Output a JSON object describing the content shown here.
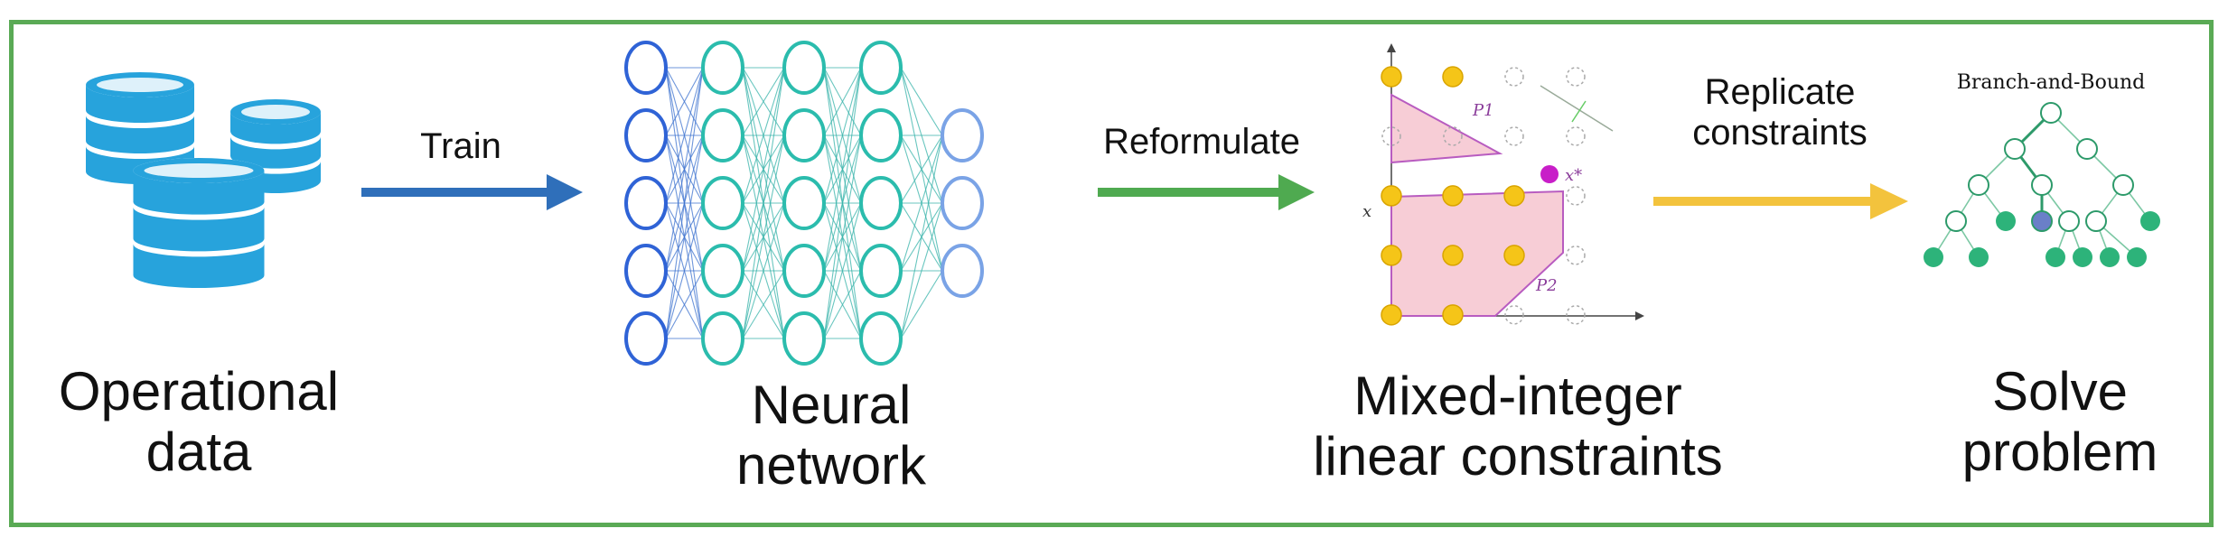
{
  "stages": [
    {
      "line1": "Operational",
      "line2": "data"
    },
    {
      "line1": "Neural",
      "line2": "network"
    },
    {
      "line1": "Mixed-integer",
      "line2": "linear constraints"
    },
    {
      "line1": "Solve",
      "line2": "problem"
    }
  ],
  "arrows": [
    {
      "line1": "Train",
      "line2": "",
      "color": "#2f6fba"
    },
    {
      "line1": "Reformulate",
      "line2": "",
      "color": "#4faa50"
    },
    {
      "line1": "Replicate",
      "line2": "constraints",
      "color": "#f3c33d"
    }
  ],
  "milp": {
    "p1": "P1",
    "p2": "P2",
    "xstar": "x*",
    "axis": "x"
  },
  "tree": {
    "title": "Branch-and-Bound"
  },
  "colors": {
    "frame": "#5aaa55",
    "database": "#27a3dc",
    "nn_blue": "#2f63d6",
    "nn_teal": "#2bbcad",
    "nn_output": "#7aa3e6",
    "lattice_point": "#f5c518",
    "polytope_fill": "#f7cdd6",
    "polytope_edge": "#b85cc0",
    "optimum": "#c81ec8",
    "tree_node": "#2db37a"
  }
}
